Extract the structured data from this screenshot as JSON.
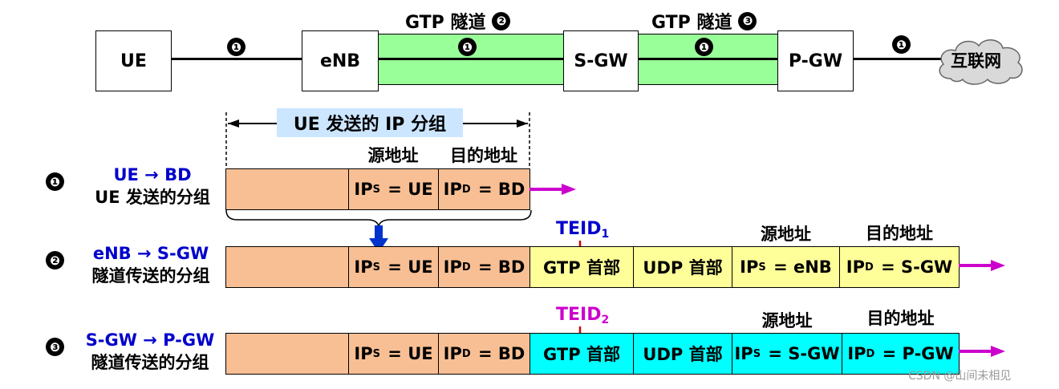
{
  "network": {
    "ue": "UE",
    "enb": "eNB",
    "sgw": "S-GW",
    "pgw": "P-GW",
    "internet": "互联网",
    "tunnel_label": "GTP 隧道",
    "tunnel1_num": "❷",
    "tunnel2_num": "❸",
    "flow_num": "❶"
  },
  "bracket": {
    "title": "UE 发送的 IP 分组",
    "src_header": "源地址",
    "dst_header": "目的地址"
  },
  "rows": [
    {
      "num": "❶",
      "line1": "UE → BD",
      "line2": "UE 发送的分组"
    },
    {
      "num": "❷",
      "line1": "eNB → S-GW",
      "line2": "隧道传送的分组"
    },
    {
      "num": "❸",
      "line1": "S-GW → P-GW",
      "line2": "隧道传送的分组"
    }
  ],
  "cells": {
    "ip_main": "IP",
    "sub_s": "S",
    "sub_d": "D",
    "ue_val": "= UE",
    "bd_val": "= BD",
    "gtp_hdr": "GTP 首部",
    "udp_hdr": "UDP 首部",
    "enb_val": "= eNB",
    "sgw_val": "= S-GW",
    "pgw_val": "= P-GW"
  },
  "teid": {
    "main": "TEID",
    "sub1": "1",
    "sub2": "2"
  },
  "headers": {
    "src": "源地址",
    "dst": "目的地址"
  },
  "colors": {
    "tunnel": "#99ff99",
    "orange": "#f8bf94",
    "yellow": "#ffff99",
    "cyan": "#00ffff",
    "blue_text": "#0000cc",
    "magenta": "#cc00cc",
    "arrow_blue": "#0033cc",
    "teid1": "#0000cc",
    "teid2": "#cc00cc",
    "red_arrow": "#cc0000"
  },
  "watermark": "CSDN @山间未相见"
}
